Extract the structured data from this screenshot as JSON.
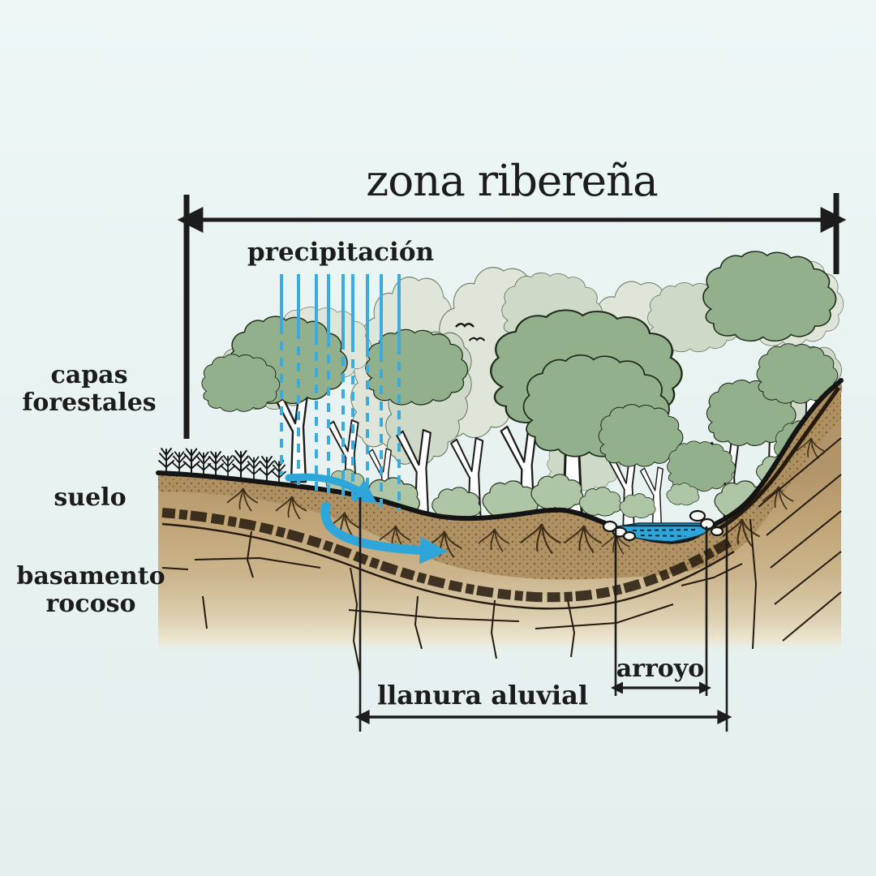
{
  "diagram": {
    "title": "zona ribereña",
    "labels": {
      "precipitation": "precipitación",
      "forest_layers": "capas forestales",
      "soil": "suelo",
      "bedrock": "basamento rocoso",
      "floodplain": "llanura aluvial",
      "stream": "arroyo"
    },
    "colors": {
      "background": "#e8f3f2",
      "ink": "#1c1c1c",
      "water_blue": "#2fa6d9",
      "canopy_green": "#93b08d",
      "canopy_light_green": "#cfd9c8",
      "canopy_pale": "#dfe6d8",
      "soil_brown": "#b3935f",
      "bedrock_tan": "#c9b189"
    },
    "elements": {
      "precipitation_line_count": 9,
      "infiltration_arrow_count": 2,
      "bird_count": 2
    }
  }
}
